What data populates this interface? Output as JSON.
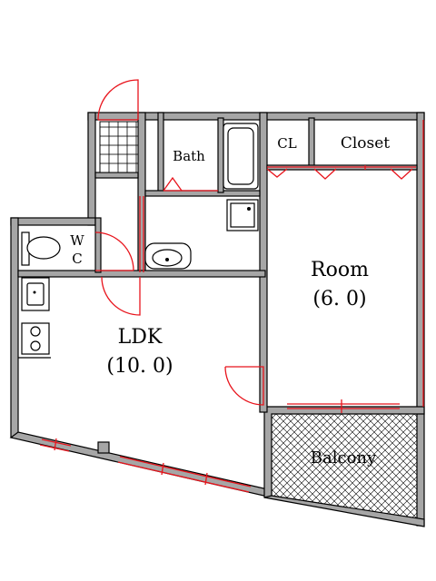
{
  "rooms": {
    "bath": "Bath",
    "cl": "CL",
    "closet": "Closet",
    "wc_w": "W",
    "wc_c": "C",
    "room_name": "Room",
    "room_size": "(6. 0)",
    "ldk_name": "LDK",
    "ldk_size": "(10. 0)",
    "balcony": "Balcony"
  }
}
